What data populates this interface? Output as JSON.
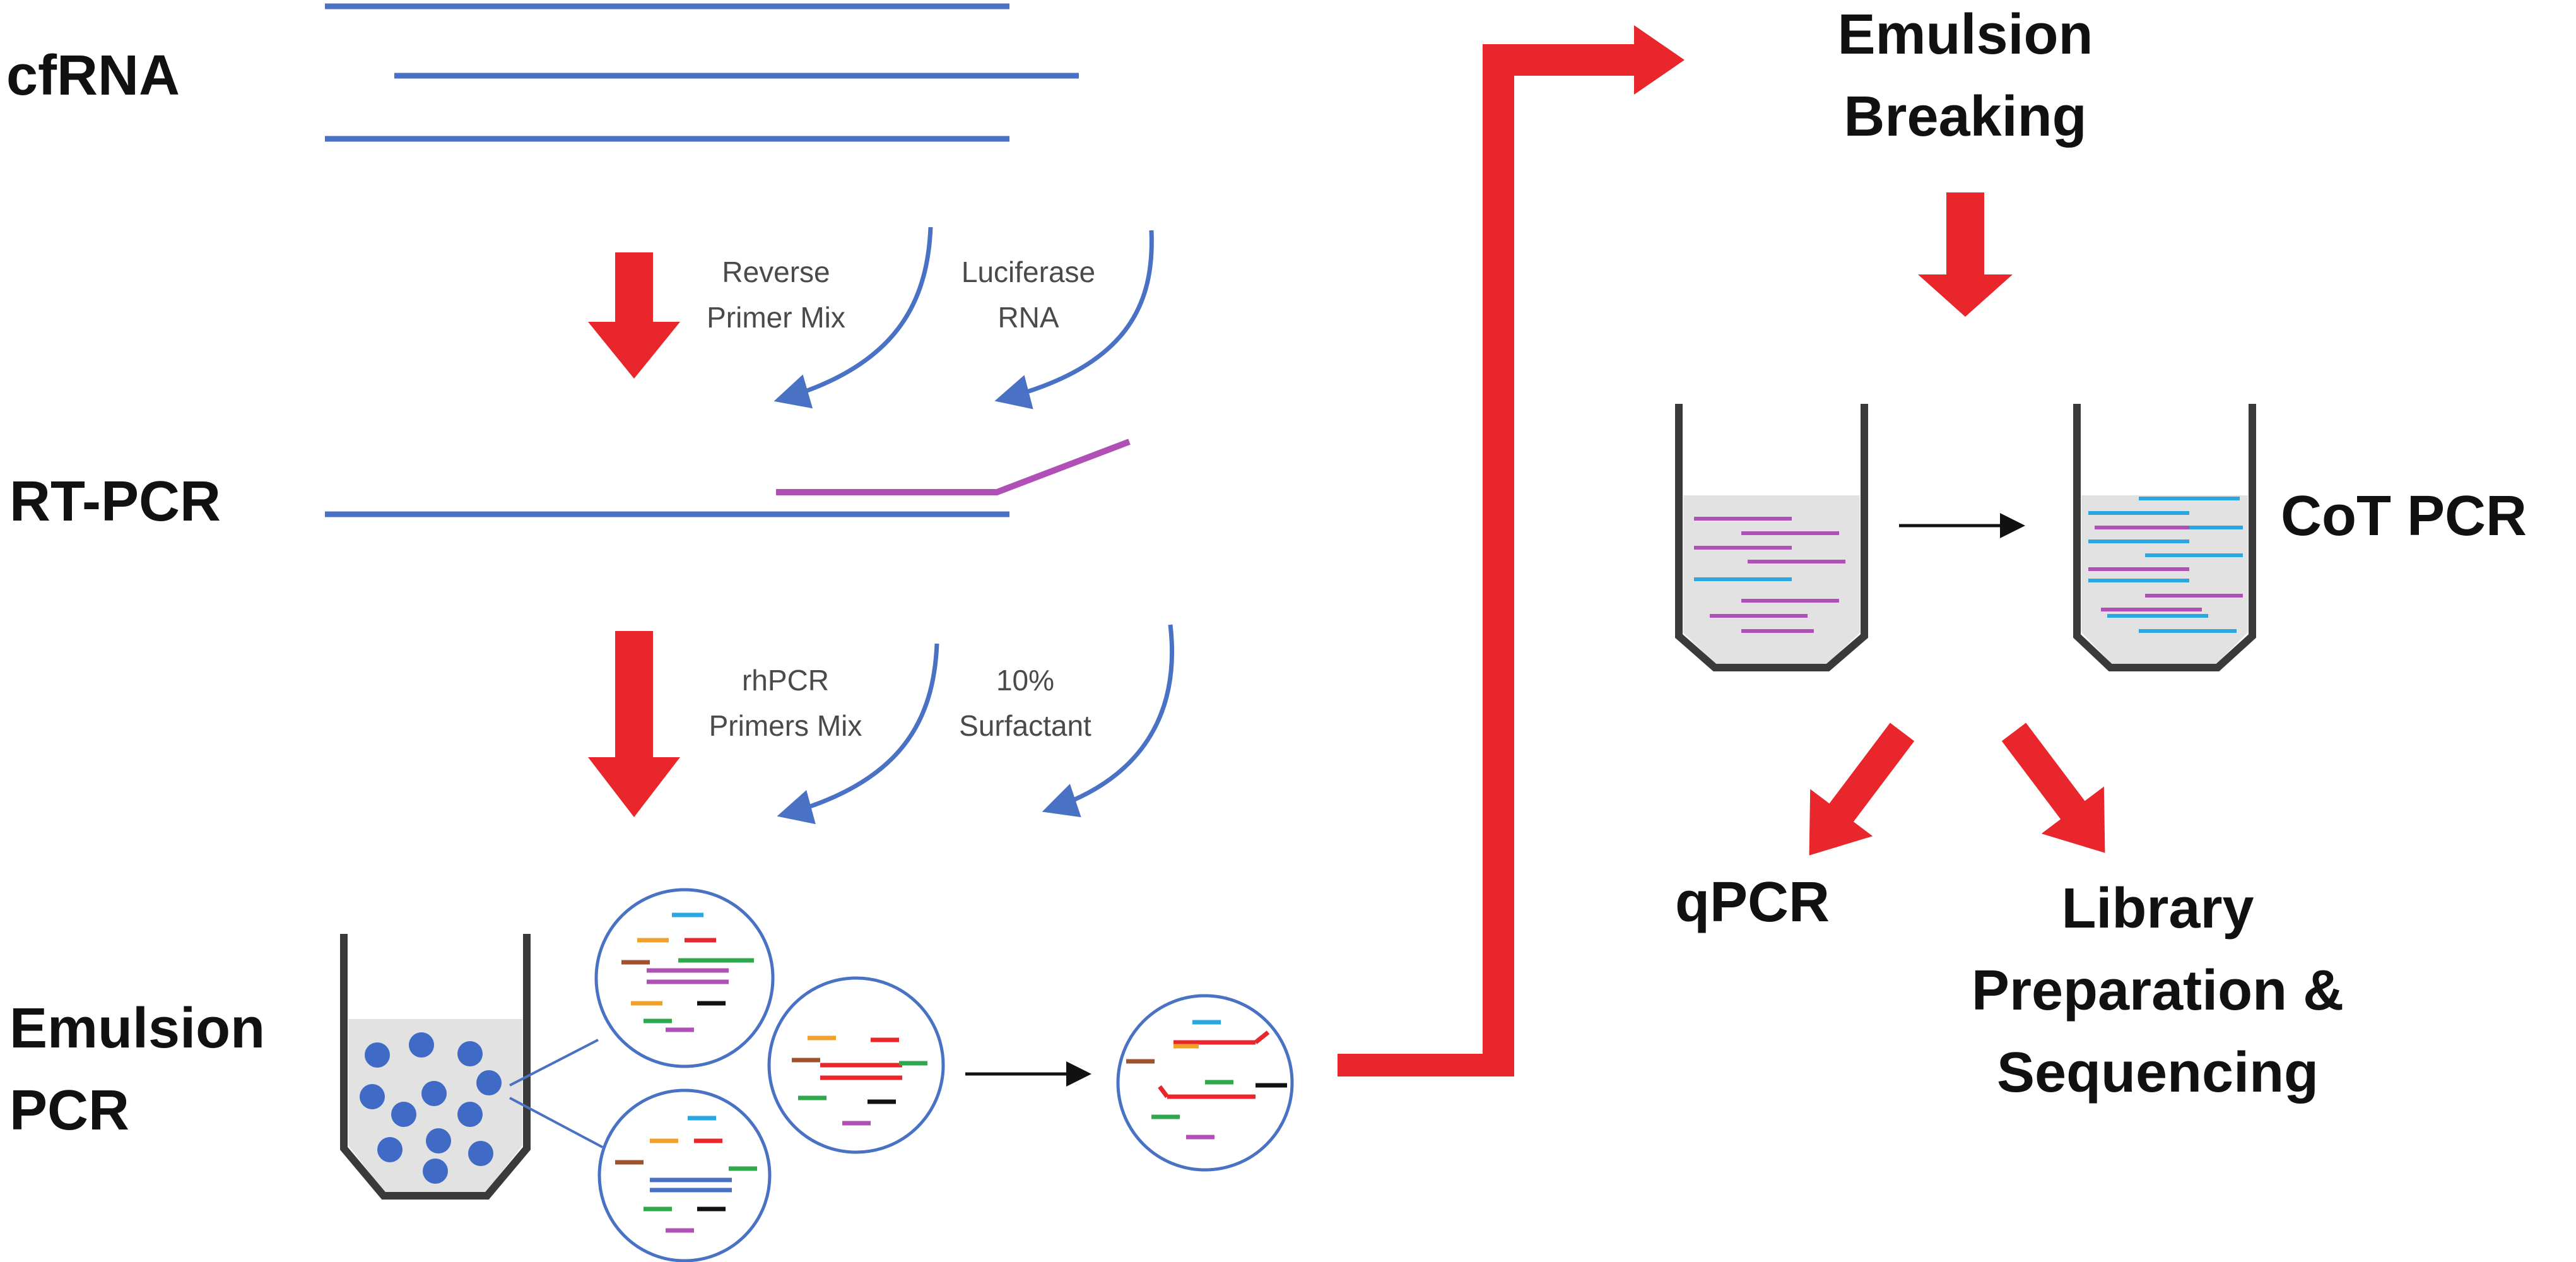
{
  "stages": {
    "cfrna": "cfRNA",
    "rtpcr": "RT-PCR",
    "emulsion_pcr": [
      "Emulsion",
      "PCR"
    ],
    "emulsion_breaking": [
      "Emulsion",
      "Breaking"
    ],
    "cot_pcr": "CoT PCR",
    "qpcr": "qPCR",
    "library": [
      "Library",
      "Preparation &",
      "Sequencing"
    ]
  },
  "reagents": {
    "reverse_primer": [
      "Reverse",
      "Primer Mix"
    ],
    "luciferase": [
      "Luciferase",
      "RNA"
    ],
    "rhpcr_primers": [
      "rhPCR",
      "Primers Mix"
    ],
    "surfactant": [
      "10%",
      "Surfactant"
    ]
  },
  "colors": {
    "arrow_red": "#e8262b",
    "strand_blue": "#4a72c4",
    "curve_blue": "#4a72c4",
    "magenta": "#b04fb5",
    "cyan": "#2aa7e0",
    "tube_fill": "#e2e2e2",
    "tube_outline": "#3a3a3a",
    "droplet_blue": "#3f6bc6"
  },
  "icons": [
    "process-arrow-icon",
    "curved-arrow-icon",
    "tube-icon",
    "droplet-icon"
  ]
}
